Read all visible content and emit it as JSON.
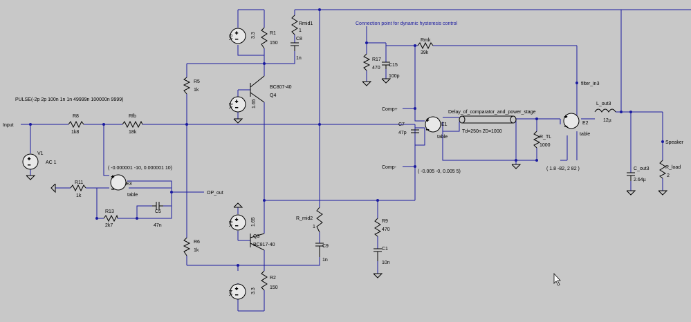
{
  "labels": {
    "pulse": "PULSE(-2p 2p 100n 1n 1n 49999n 100000n 9999)",
    "input": "Input",
    "r8": "R8",
    "r8v": "1k8",
    "rfb": "Rfb",
    "rfbv": "18k",
    "v1": "V1",
    "v1v": "AC 1",
    "e3tab": "( -0.000001 -10, 0.000001 10)",
    "r11": "R11",
    "r11v": "1k",
    "e3": "E3",
    "e3t": "table",
    "r13": "R13",
    "r13v": "2k7",
    "c5": "C5",
    "c5v": "47n",
    "opout": "OP_out",
    "r5": "R5",
    "r5v": "1k",
    "r6": "R6",
    "r6v": "1k",
    "v3": "V3",
    "v3v": "3.3",
    "v2": "V2",
    "v2v": "1.65",
    "v8": "V8",
    "v8v": "1.65",
    "v4": "V4",
    "v4v": "3.3",
    "r1": "R1",
    "r1v": "150",
    "r2": "R2",
    "r2v": "150",
    "q4a": "BC807-40",
    "q4b": "Q4",
    "q3a": "Q3",
    "q3b": "BC817-40",
    "rmid1": "Rmid1",
    "rmid1v": "1",
    "c8": "C8",
    "c8v": "1n",
    "rmid2": "R_mid2",
    "rmid2v": "1",
    "c9": "C9",
    "c9v": "1n",
    "conn": "Connection point for dynamic hysteresis control",
    "r17": "R17",
    "r17v": "470",
    "c15": "C15",
    "c15v": "100p",
    "rmk": "Rmk",
    "rmkv": "39k",
    "filterin": "filter_in3",
    "compp": "Comp+",
    "compm": "Comp-",
    "c7": "C7",
    "c7v": "47p",
    "e1": "E1",
    "e1t": "table",
    "delay": "Delay_of_comparator_and_power_stage",
    "td": "Td=250n Z0=1000",
    "rtl": "R_TL",
    "rtlv": "1000",
    "e1tab": "( -0.005 -0, 0.005 5)",
    "e2": "E2",
    "e2t": "table",
    "e2tab": "( 1.8 -82, 2 82 )",
    "lout": "L_out3",
    "loutv": "12µ",
    "speaker": "Speaker",
    "cout": "C_out3",
    "coutv": "2.64µ",
    "rload": "R_load",
    "rloadv": "2",
    "r9": "R9",
    "r9v": "470",
    "c1": "C1",
    "c1v": "10n"
  },
  "colors": {
    "background": "#c8c8c8",
    "wire": "#1a1aa0",
    "component": "#000000"
  }
}
